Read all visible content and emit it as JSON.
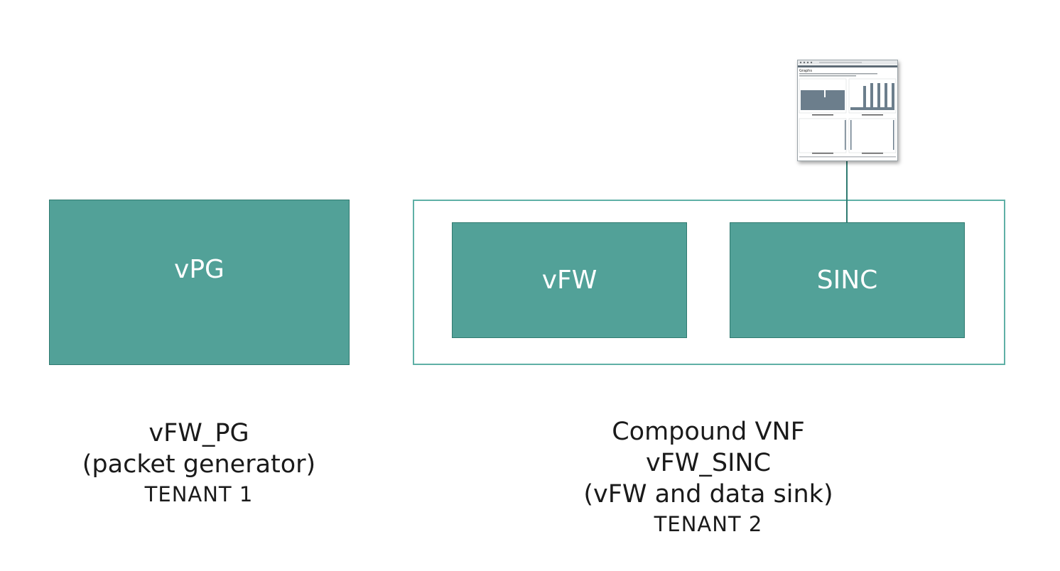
{
  "diagram": {
    "vpg_label": "vPG",
    "vfw_label": "vFW",
    "sinc_label": "SINC",
    "left_caption": {
      "name": "vFW_PG",
      "description": "(packet generator)",
      "tenant": "TENANT 1"
    },
    "right_caption": {
      "title": "Compound VNF",
      "name": "vFW_SINC",
      "description": "(vFW and data sink)",
      "tenant": "TENANT 2"
    },
    "thumbnail_title": "Graphs"
  },
  "colors": {
    "box_fill": "#52a198",
    "box_border": "#2f7a70",
    "frame_border": "#5fb0a6"
  }
}
